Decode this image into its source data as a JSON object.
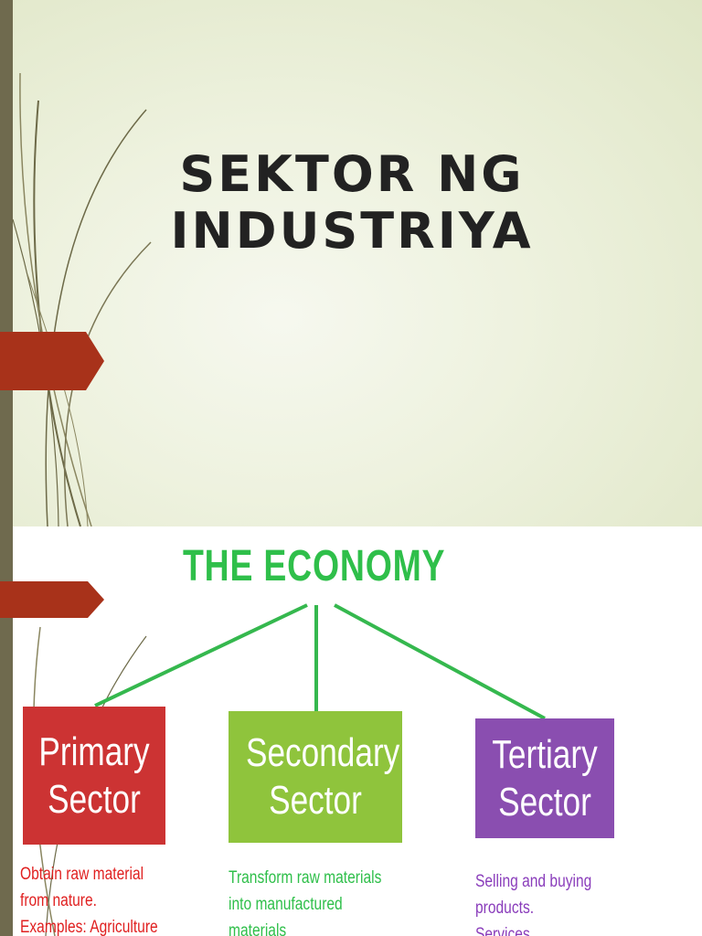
{
  "slide1": {
    "title_line1": "SEKTOR NG",
    "title_line2": "INDUSTRIYA"
  },
  "slide2": {
    "heading": "THE ECONOMY",
    "sectors": [
      {
        "name_line1": "Primary",
        "name_line2": "Sector",
        "color": "#cc3333",
        "desc_lines": [
          "Obtain raw material",
          "from nature.",
          "Examples: Agriculture"
        ]
      },
      {
        "name_line1": "Secondary",
        "name_line2": "Sector",
        "color": "#8fc43c",
        "desc_lines": [
          "Transform raw materials",
          "into manufactured",
          "materials"
        ]
      },
      {
        "name_line1": "Tertiary",
        "name_line2": "Sector",
        "color": "#8a4eb0",
        "desc_lines": [
          "Selling and buying",
          "products.",
          "Services"
        ]
      }
    ],
    "heading_color": "#2fbf4a",
    "accent_arrow_color": "#a8321a",
    "side_bar_color": "#6f6a4e"
  }
}
